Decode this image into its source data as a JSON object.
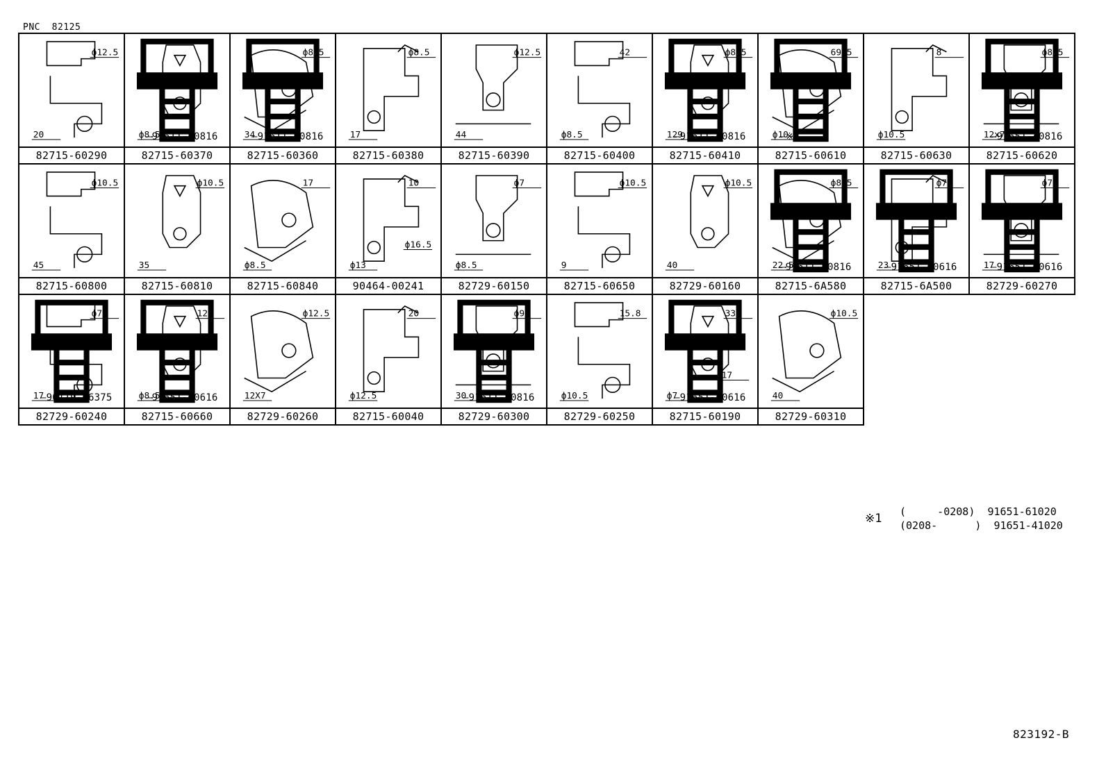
{
  "header": {
    "pnc_label": "PNC",
    "pnc_value": "82125"
  },
  "rows": [
    [
      {
        "part": "82715-60290",
        "bolt": "",
        "dims": [
          "20",
          "ϕ12.5"
        ]
      },
      {
        "part": "82715-60370",
        "bolt": "91611-B0816",
        "dims": [
          "ϕ8.5"
        ]
      },
      {
        "part": "82715-60360",
        "bolt": "91611-B0816",
        "dims": [
          "34",
          "ϕ8.5"
        ]
      },
      {
        "part": "82715-60380",
        "bolt": "",
        "dims": [
          "17",
          "ϕ8.5"
        ]
      },
      {
        "part": "82715-60390",
        "bolt": "",
        "dims": [
          "44",
          "ϕ12.5"
        ]
      },
      {
        "part": "82715-60400",
        "bolt": "",
        "dims": [
          "ϕ8.5",
          "42"
        ]
      },
      {
        "part": "82715-60410",
        "bolt": "91611-60816",
        "dims": [
          "129",
          "ϕ8.5"
        ]
      },
      {
        "part": "82715-60610",
        "bolt": "※1",
        "dims": [
          "ϕ10.5",
          "69.5"
        ]
      },
      {
        "part": "82715-60630",
        "bolt": "",
        "dims": [
          "ϕ10.5",
          "8"
        ]
      },
      {
        "part": "82715-60620",
        "bolt": "91651-40816",
        "dims": [
          "12x7",
          "ϕ8.5"
        ]
      }
    ],
    [
      {
        "part": "82715-60800",
        "bolt": "",
        "dims": [
          "45",
          "ϕ10.5"
        ]
      },
      {
        "part": "82715-60810",
        "bolt": "",
        "dims": [
          "35",
          "ϕ10.5"
        ]
      },
      {
        "part": "82715-60840",
        "bolt": "",
        "dims": [
          "ϕ8.5",
          "17"
        ]
      },
      {
        "part": "90464-00241",
        "bolt": "",
        "dims": [
          "ϕ13",
          "10",
          "ϕ16.5"
        ]
      },
      {
        "part": "82729-60150",
        "bolt": "",
        "dims": [
          "ϕ8.5",
          "ϕ7"
        ]
      },
      {
        "part": "82715-60650",
        "bolt": "",
        "dims": [
          "9",
          "ϕ10.5"
        ]
      },
      {
        "part": "82729-60160",
        "bolt": "",
        "dims": [
          "40",
          "ϕ10.5"
        ]
      },
      {
        "part": "82715-6A580",
        "bolt": "91611-B0816",
        "dims": [
          "22.5",
          "ϕ8.5"
        ]
      },
      {
        "part": "82715-6A500",
        "bolt": "91651-60616",
        "dims": [
          "23",
          "ϕ7"
        ]
      },
      {
        "part": "82729-60270",
        "bolt": "91651-60616",
        "dims": [
          "17",
          "ϕ7"
        ]
      }
    ],
    [
      {
        "part": "82729-60240",
        "bolt": "90119-06375",
        "dims": [
          "17",
          "ϕ7"
        ]
      },
      {
        "part": "82715-60660",
        "bolt": "91651-60616",
        "dims": [
          "ϕ8.5",
          "129"
        ]
      },
      {
        "part": "82729-60260",
        "bolt": "",
        "dims": [
          "12X7",
          "ϕ12.5"
        ]
      },
      {
        "part": "82715-60040",
        "bolt": "",
        "dims": [
          "ϕ12.5",
          "20"
        ]
      },
      {
        "part": "82729-60300",
        "bolt": "91611-B0816",
        "dims": [
          "30",
          "ϕ9"
        ]
      },
      {
        "part": "82729-60250",
        "bolt": "",
        "dims": [
          "ϕ10.5",
          "15.8"
        ]
      },
      {
        "part": "82715-60190",
        "bolt": "91651-60616",
        "dims": [
          "ϕ7",
          "33",
          "17"
        ]
      },
      {
        "part": "82729-60310",
        "bolt": "",
        "dims": [
          "40",
          "ϕ10.5"
        ]
      }
    ]
  ],
  "note": {
    "mark": "※1",
    "line1_range": "(     -0208)",
    "line1_part": "91651-61020",
    "line2_range": "(0208-      )",
    "line2_part": "91651-41020"
  },
  "footer": {
    "code": "823192-B"
  }
}
